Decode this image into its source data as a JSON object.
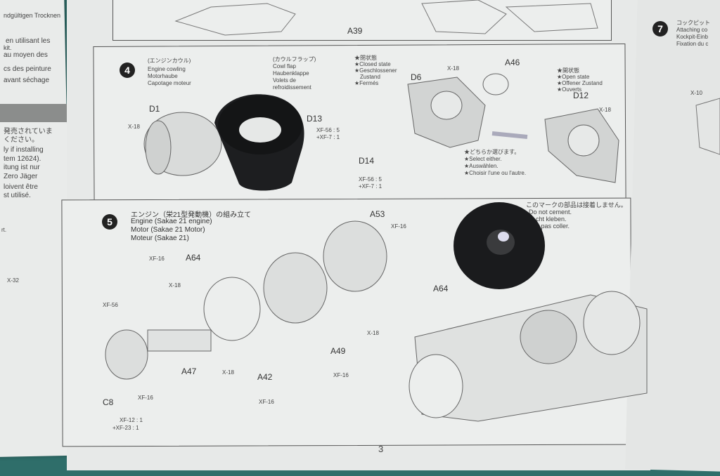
{
  "left_page": {
    "lines_top": [
      "ndgültigen Trocknen",
      "en utilisant les",
      "kit.",
      "au moyen des",
      "cs des peinture",
      "avant séchage"
    ],
    "lines_mid": [
      "発売されていま",
      "ください。",
      "ly if installing",
      "tem 12624).",
      "itung ist nur",
      "Zero Jäger",
      "loivent être",
      "st utilisé."
    ],
    "misc": [
      "rt.",
      "X-32"
    ]
  },
  "step4": {
    "number": "4",
    "title_jp": "(エンジンカウル)",
    "title_en": "Engine cowling",
    "title_de": "Motorhaube",
    "title_fr": "Capotage moteur",
    "flap_jp": "(カウルフラップ)",
    "flap_en": "Cowl flap",
    "flap_de": "Haubenklappe",
    "flap_fr1": "Volets de",
    "flap_fr2": "refroidissement",
    "closed_jp": "★閉状態",
    "closed_en": "★Closed state",
    "closed_de": "★Geschlossener",
    "closed_de2": "Zustand",
    "closed_fr": "★Fermés",
    "open_jp": "★開状態",
    "open_en": "★Open state",
    "open_de": "★Offener Zustand",
    "open_fr": "★Ouverts",
    "select_jp": "★どちらか選びます。",
    "select_en": "★Select either.",
    "select_de": "★Auswählen.",
    "select_fr": "★Choisir l'une ou l'autre.",
    "parts": [
      "D1",
      "D13",
      "D6",
      "A46",
      "D12",
      "D14"
    ],
    "paints": [
      "X-18",
      "XF-56 : 5",
      "+XF-7 : 1",
      "X-18",
      "X-18",
      "XF-56 : 5",
      "+XF-7 : 1"
    ]
  },
  "step5": {
    "number": "5",
    "title_jp": "エンジン（栄21型発動機）の組み立て",
    "title_en": "Engine (Sakae 21 engine)",
    "title_de": "Motor (Sakae 21 Motor)",
    "title_fr": "Moteur (Sakae 21)",
    "note_jp": "このマークの部品は接着しません。",
    "note_en": "Do not cement.",
    "note_de": "cht kleben.",
    "note_fr": "e pas coller.",
    "parts": [
      "A53",
      "A64",
      "A64",
      "A47",
      "A42",
      "A49",
      "C8"
    ],
    "paints": [
      "XF-16",
      "XF-16",
      "X-18",
      "XF-56",
      "XF-16",
      "X-18",
      "XF-16",
      "X-18",
      "XF-16",
      "XF-12 : 1",
      "+XF-23 : 1"
    ]
  },
  "top_panel": {
    "part": "A39"
  },
  "right_page": {
    "number": "7",
    "lines": [
      "コックピット",
      "Attaching co",
      "Kockpit-Einb",
      "Fixation du c"
    ],
    "paint": "X-10"
  },
  "page_number": "3"
}
